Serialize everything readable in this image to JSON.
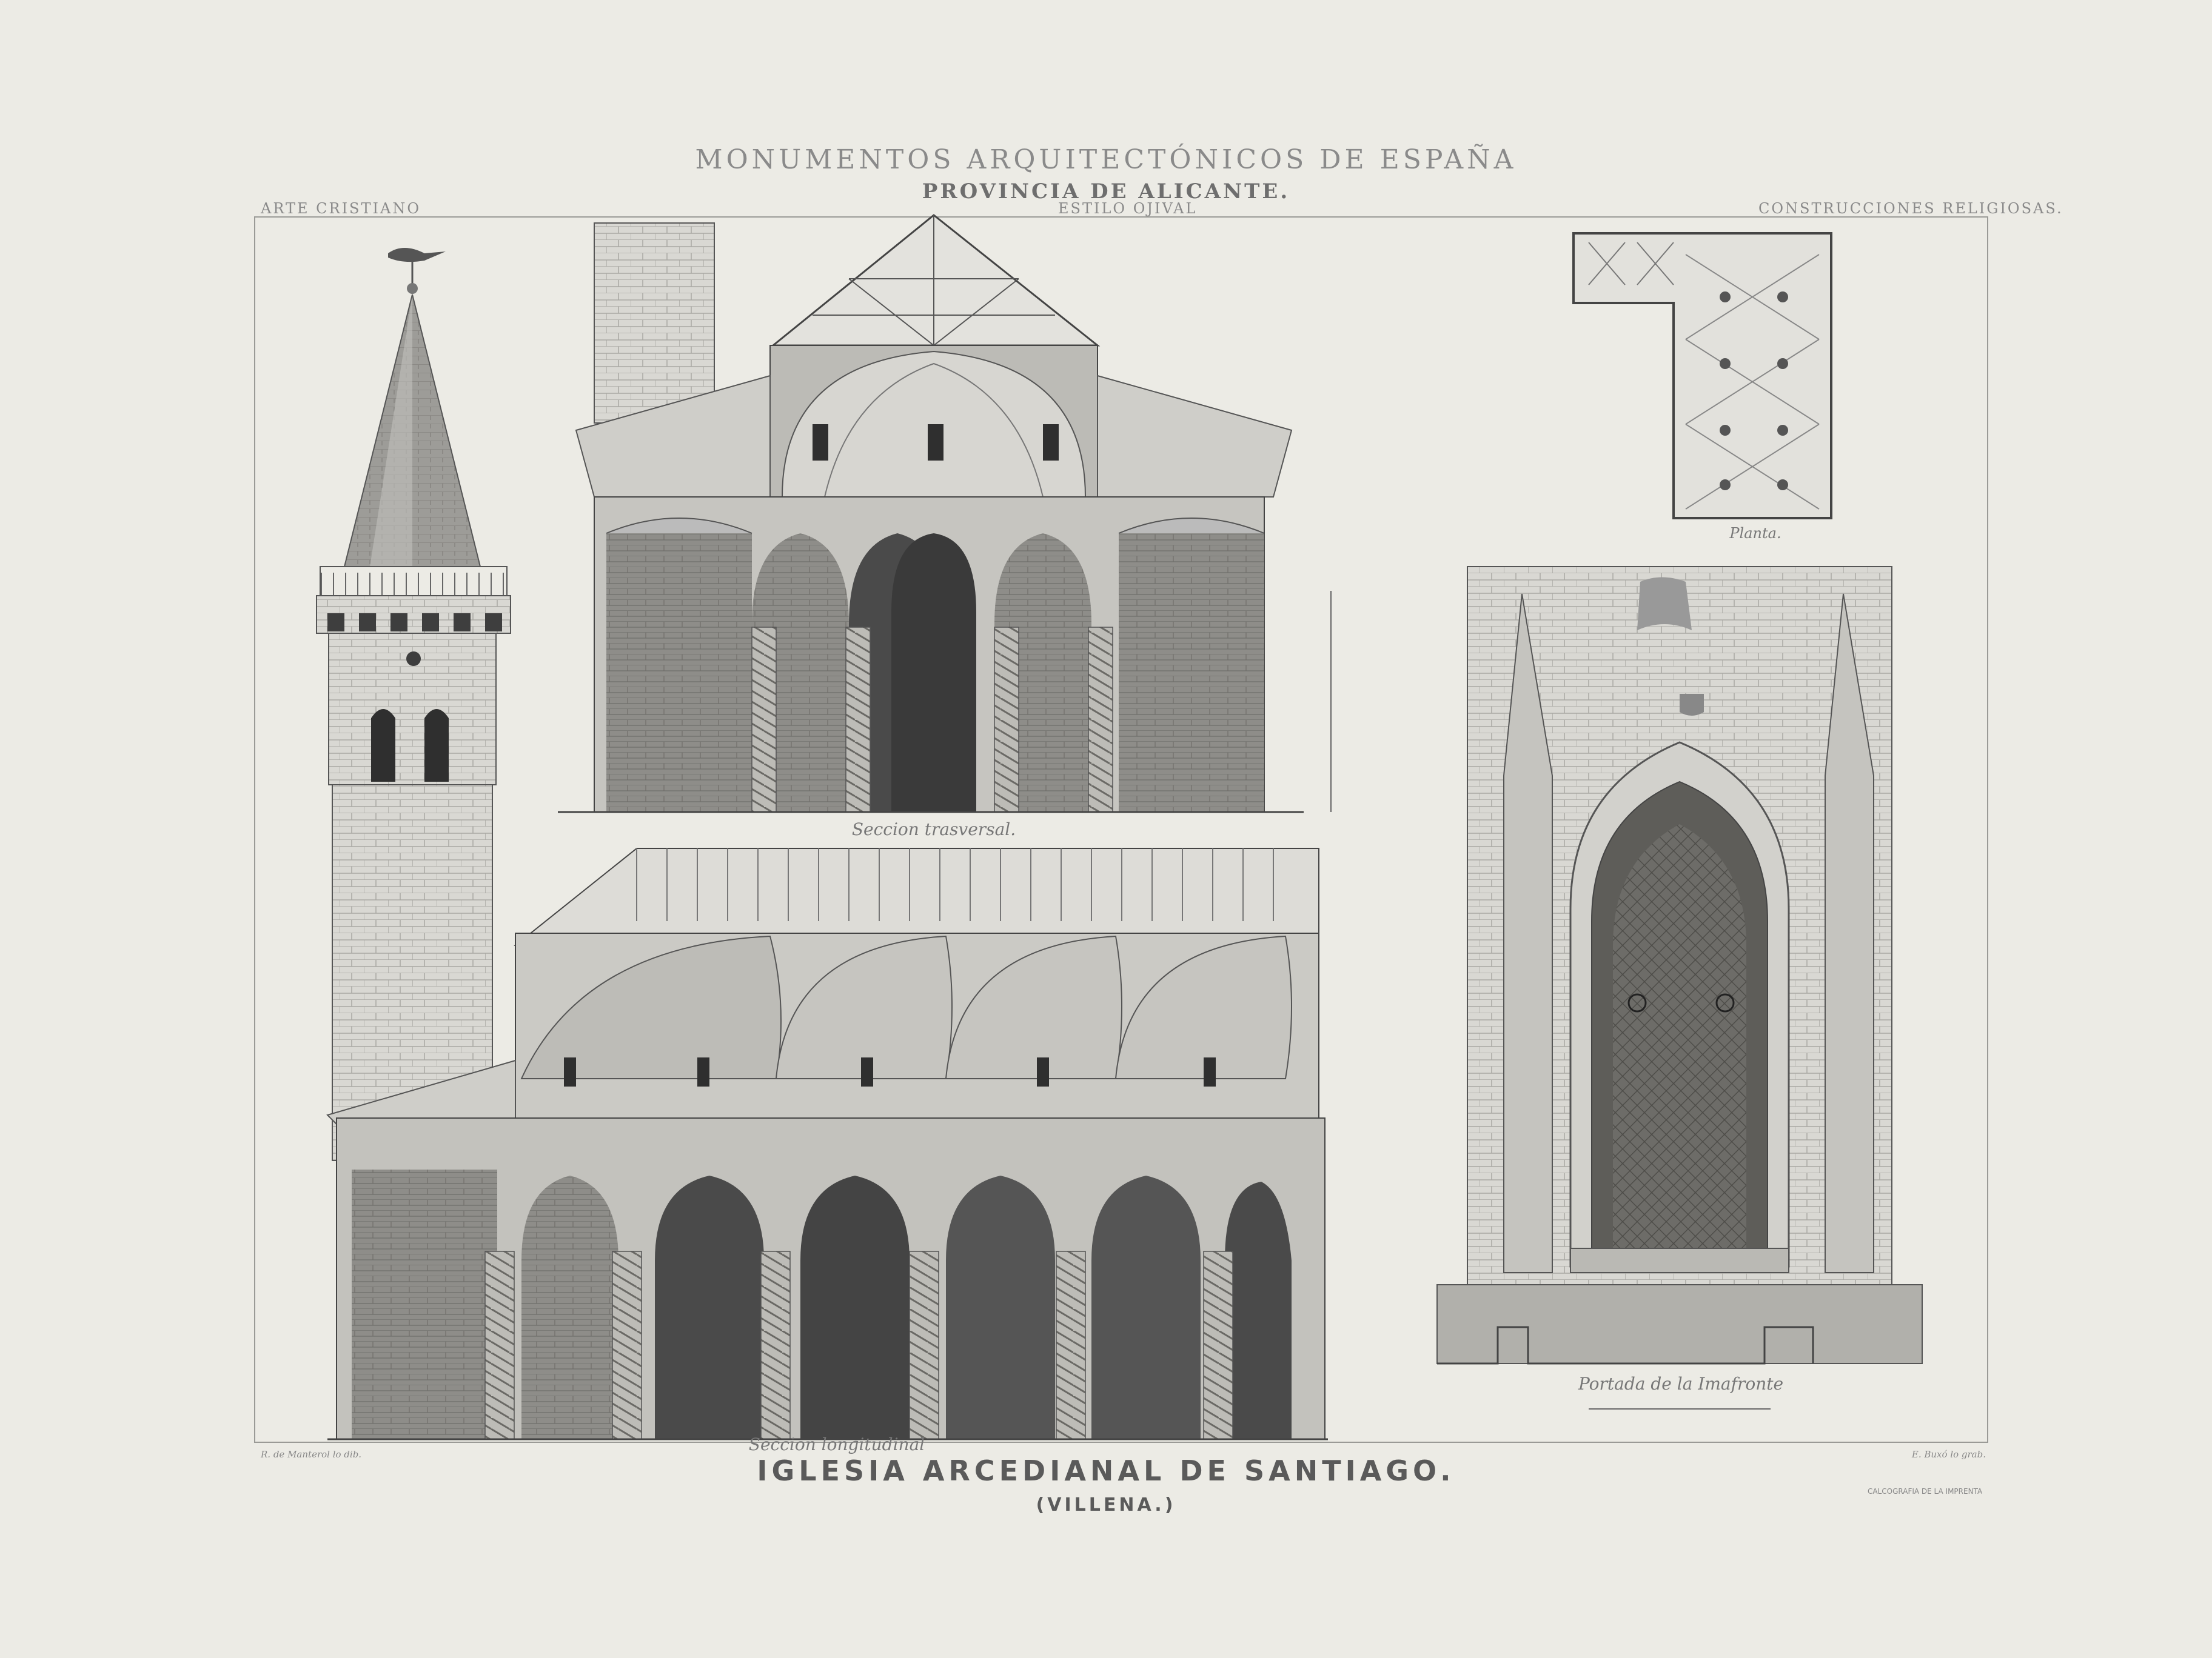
{
  "header": {
    "series_title": "MONUMENTOS ARQUITECTÓNICOS DE ESPAÑA",
    "province": "PROVINCIA DE ALICANTE.",
    "left_label": "ARTE CRISTIANO",
    "center_label": "ESTILO OJIVAL",
    "right_label": "CONSTRUCCIONES RELIGIOSAS."
  },
  "captions": {
    "transverse_section": "Seccion trasversal.",
    "longitudinal_section": "Seccion longitudinal",
    "plan": "Planta.",
    "portal": "Portada de la Imafronte"
  },
  "credits": {
    "draughtsman": "R. de Manterol lo dib.",
    "engraver": "E. Buxó lo grab.",
    "publisher": "CALCOGRAFIA DE LA IMPRENTA"
  },
  "plate": {
    "title": "IGLESIA ARCEDIANAL DE SANTIAGO.",
    "subtitle": "(VILLENA.)"
  },
  "colors": {
    "paper": "#ecebe5",
    "ink": "#4a4a4a",
    "wash": "#c9c8c4",
    "shadow": "#7d7d7d"
  }
}
